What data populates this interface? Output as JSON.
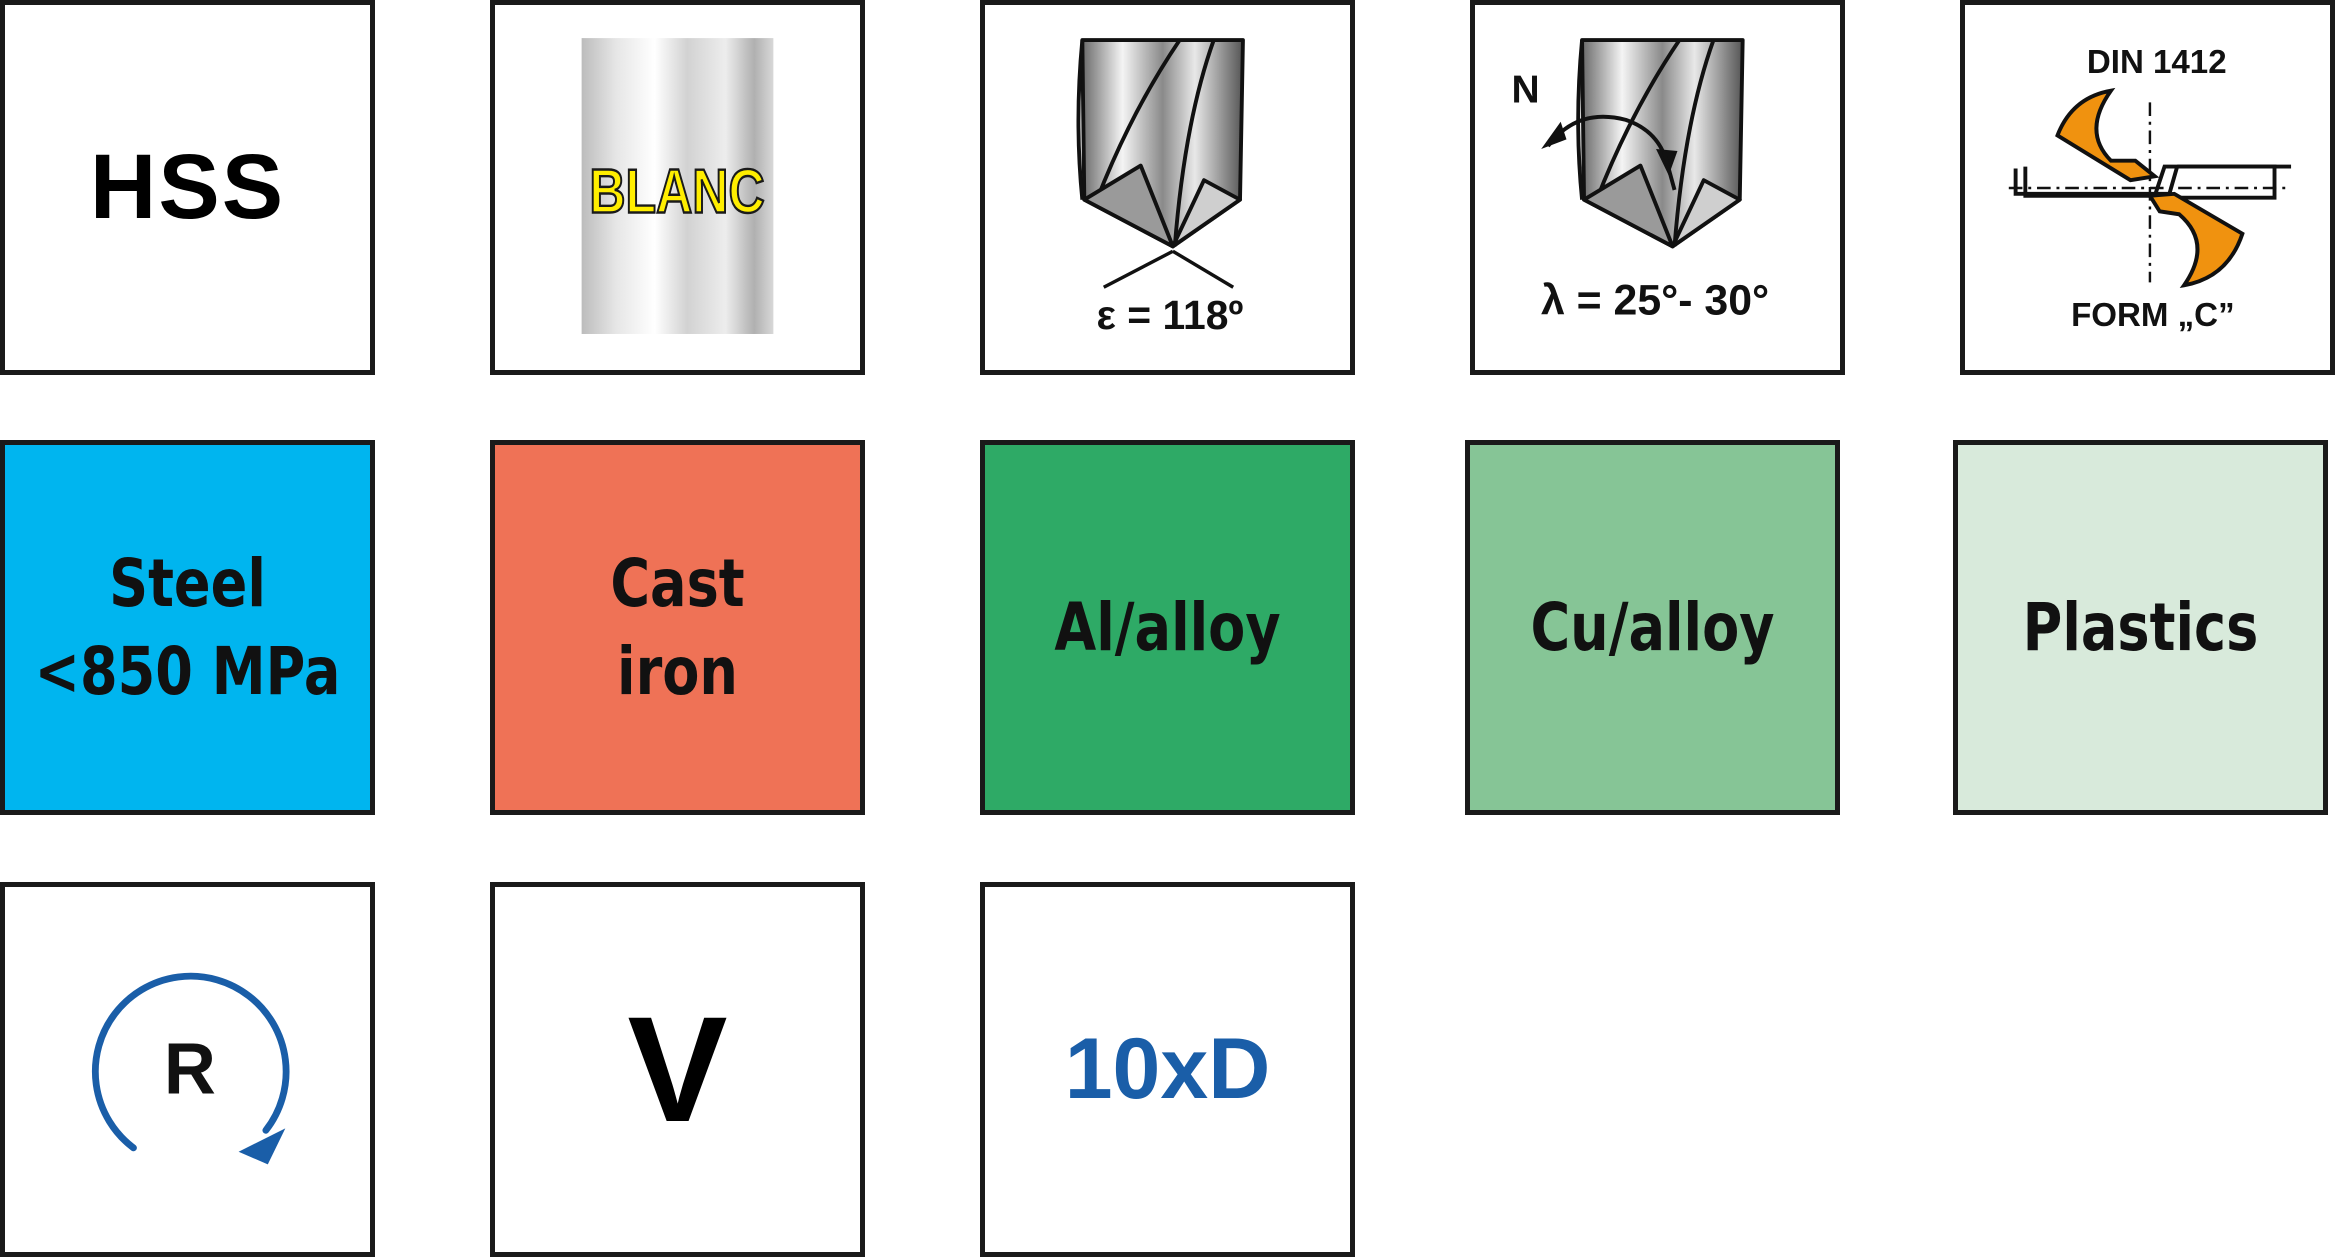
{
  "row1": {
    "hss": {
      "label": "HSS"
    },
    "blanc": {
      "label": "BLANC",
      "text_color": "#ffee00"
    },
    "point_angle": {
      "label": "ε = 118º"
    },
    "helix": {
      "type_label": "N",
      "angle_label": "λ = 25°- 30°"
    },
    "center": {
      "standard": "DIN 1412",
      "form": "FORM „C”",
      "accent": "#f0920f"
    }
  },
  "row2": [
    {
      "lines": [
        "Steel",
        "<850 MPa"
      ],
      "color": "#00b5ef"
    },
    {
      "lines": [
        "Cast",
        "iron"
      ],
      "color": "#ef7256"
    },
    {
      "lines": [
        "Al/alloy"
      ],
      "color": "#2eaa66"
    },
    {
      "lines": [
        "Cu/alloy"
      ],
      "color": "#86c596"
    },
    {
      "lines": [
        "Plastics"
      ],
      "color": "#d8eadb"
    }
  ],
  "row3": {
    "rotation": {
      "label": "R",
      "arrow_color": "#1a5ea8"
    },
    "v": {
      "label": "V"
    },
    "depth": {
      "label": "10xD",
      "color": "#1a5ea8"
    }
  }
}
